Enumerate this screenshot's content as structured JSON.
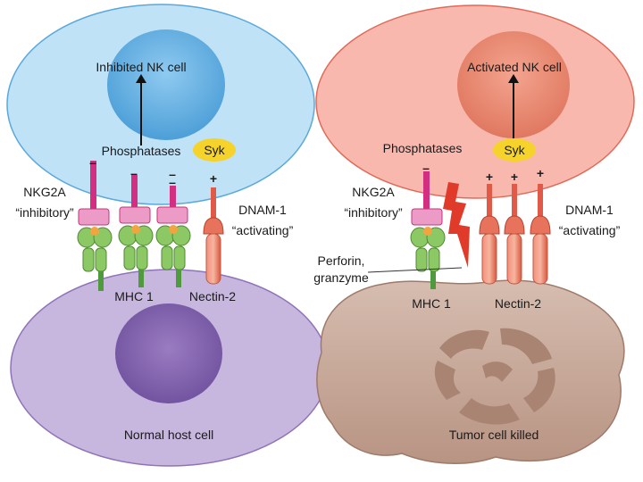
{
  "left_panel": {
    "nk_cell_label": "Inhibited NK cell",
    "phosphatases": "Phosphatases",
    "syk": "Syk",
    "receptor_inhibitory_name": "NKG2A",
    "receptor_inhibitory_role": "“inhibitory”",
    "receptor_activating_name": "DNAM-1",
    "receptor_activating_role": "“activating”",
    "ligand_mhc": "MHC 1",
    "ligand_nectin": "Nectin-2",
    "target_cell_label": "Normal host cell",
    "signs": [
      "–",
      "–",
      "–",
      "–",
      "+"
    ]
  },
  "right_panel": {
    "nk_cell_label": "Activated NK cell",
    "phosphatases": "Phosphatases",
    "syk": "Syk",
    "receptor_inhibitory_name": "NKG2A",
    "receptor_inhibitory_role": "“inhibitory”",
    "receptor_activating_name": "DNAM-1",
    "receptor_activating_role": "“activating”",
    "perforin_line1": "Perforin,",
    "perforin_line2": "granzyme",
    "ligand_mhc": "MHC 1",
    "ligand_nectin": "Nectin-2",
    "target_cell_label": "Tumor cell killed",
    "signs": [
      "–",
      "+",
      "+",
      "+"
    ]
  },
  "colors": {
    "inhibited_nk": "#bfe2f6",
    "inhibited_nucleus": "#67b5e6",
    "activated_nk": "#f9b8ae",
    "activated_nucleus": "#ee8a74",
    "normal_cell": "#c7b6de",
    "normal_nucleus": "#8a6bb1",
    "tumor_cell": "#c9ab9c",
    "receptor_inhibitory": "#d42e83",
    "receptor_activating": "#e05a47",
    "mhc": "#79b955",
    "syk": "#f5d32a",
    "perforin": "#e03a2a"
  }
}
